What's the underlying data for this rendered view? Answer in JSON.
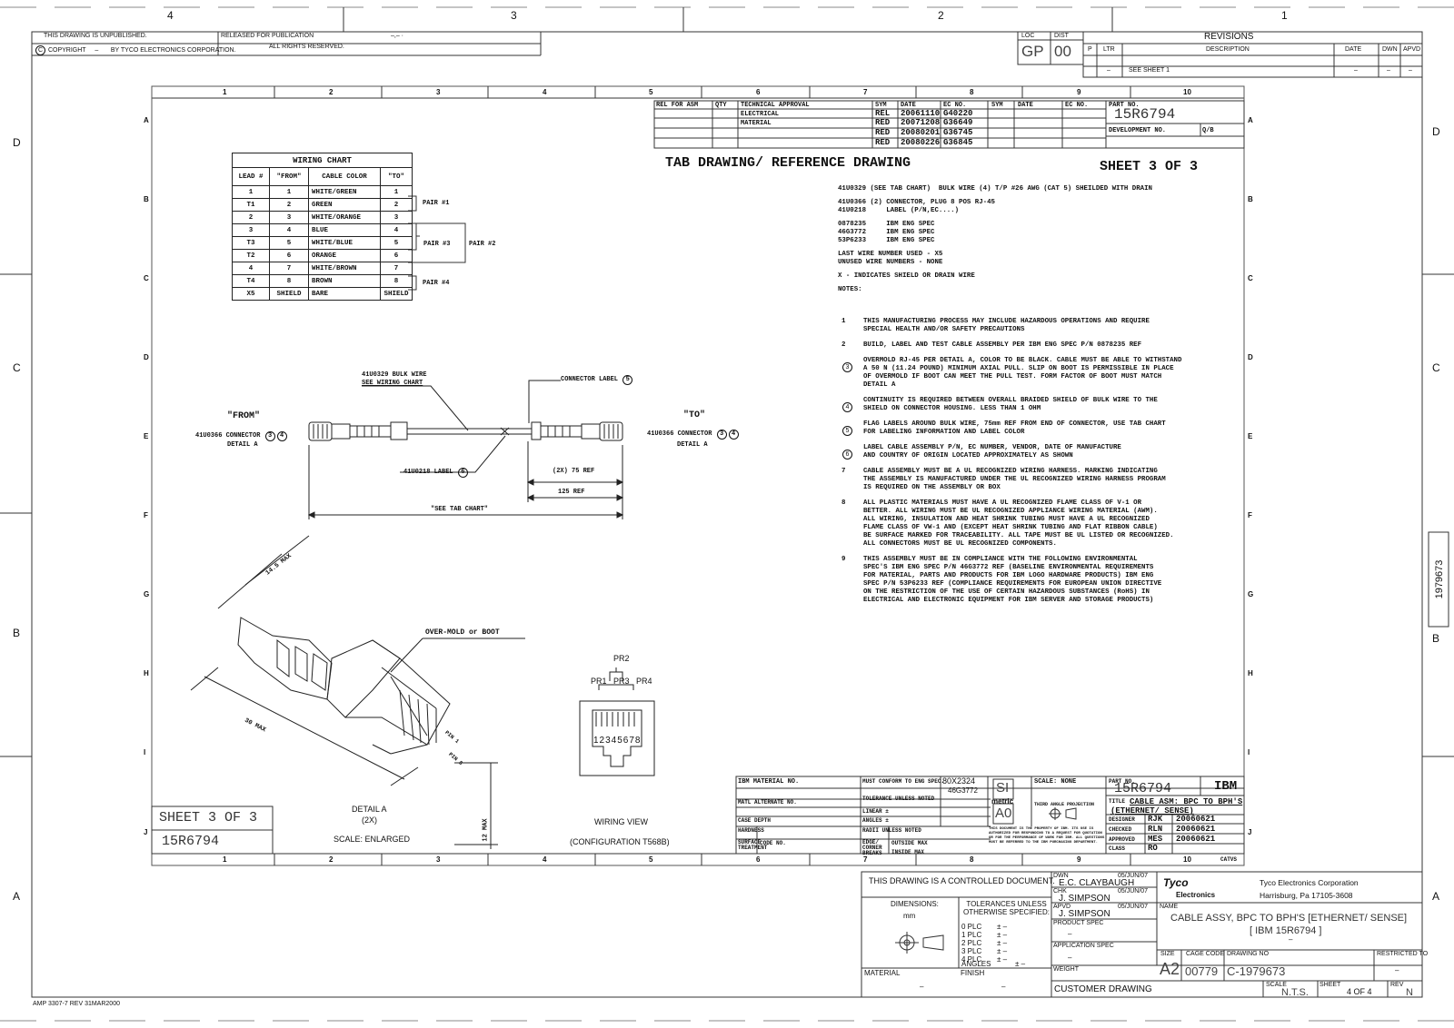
{
  "header": {
    "unpublished": "THIS DRAWING IS UNPUBLISHED.",
    "copyright": "COPYRIGHT",
    "copyright_dash": "–",
    "by": "BY TYCO ELECTRONICS CORPORATION.",
    "released": "RELEASED FOR PUBLICATION",
    "released_val": "–,–  ·",
    "rights": "ALL RIGHTS RESERVED.",
    "loc_label": "LOC",
    "loc_val": "GP",
    "dist_label": "DIST",
    "dist_val": "00",
    "revisions_title": "REVISIONS",
    "rev_cols": [
      "P",
      "LTR",
      "DESCRIPTION",
      "DATE",
      "DWN",
      "APVD"
    ],
    "rev_row": [
      "–",
      "SEE SHEET 1",
      "–",
      "–",
      "–"
    ]
  },
  "outer_grid": {
    "top": [
      "4",
      "3",
      "2",
      "1"
    ],
    "side": [
      "D",
      "C",
      "B",
      "A"
    ]
  },
  "inner_grid": {
    "cols": [
      "1",
      "2",
      "3",
      "4",
      "5",
      "6",
      "7",
      "8",
      "9",
      "10"
    ],
    "rows": [
      "A",
      "B",
      "C",
      "D",
      "E",
      "F",
      "G",
      "H",
      "I",
      "J"
    ]
  },
  "rel_table": {
    "headers": [
      "REL FOR ASM",
      "QTY",
      "TECHNICAL APPROVAL",
      "SYM",
      "DATE",
      "EC NO.",
      "SYM",
      "DATE",
      "EC NO."
    ],
    "approvals": [
      "ELECTRICAL",
      "MATERIAL"
    ],
    "rows": [
      [
        "REL",
        "20061110",
        "G40220"
      ],
      [
        "RED",
        "20071208",
        "G36649"
      ],
      [
        "RED",
        "20080201",
        "G36745"
      ],
      [
        "RED",
        "20080226",
        "G36845"
      ]
    ],
    "part_no_label": "PART NO.",
    "part_no": "15R6794",
    "dev_no_label": "DEVELOPMENT NO.",
    "qb_label": "Q/B"
  },
  "tab_title": "TAB DRAWING/ REFERENCE DRAWING",
  "sheet_title": "SHEET 3 OF 3",
  "bom": [
    "41U0329 (SEE TAB CHART)  BULK WIRE (4) T/P #26 AWG (CAT 5) SHEILDED WITH DRAIN",
    "",
    "41U0366 (2) CONNECTOR, PLUG 8 POS RJ-45",
    "41U0218     LABEL (P/N,EC....)",
    "",
    "0878235     IBM ENG SPEC",
    "46G3772     IBM ENG SPEC",
    "53P6233     IBM ENG SPEC",
    "",
    "LAST WIRE NUMBER USED - X5",
    "UNUSED WIRE NUMBERS - NONE",
    "",
    "X - INDICATES SHIELD OR DRAIN WIRE",
    "",
    "NOTES:"
  ],
  "notes": [
    {
      "n": "1",
      "circ": false,
      "text": "THIS MANUFACTURING PROCESS MAY INCLUDE HAZARDOUS OPERATIONS AND REQUIRE\nSPECIAL HEALTH AND/OR SAFETY PRECAUTIONS"
    },
    {
      "n": "2",
      "circ": false,
      "text": "BUILD, LABEL AND TEST CABLE ASSEMBLY PER IBM ENG SPEC P/N 0878235 REF"
    },
    {
      "n": "3",
      "circ": true,
      "text": "OVERMOLD RJ-45 PER DETAIL A, COLOR TO BE BLACK. CABLE MUST BE ABLE TO WITHSTAND\nA 50 N (11.24 POUND) MINIMUM AXIAL PULL. SLIP ON BOOT IS PERMISSIBLE IN PLACE\nOF OVERMOLD IF BOOT CAN MEET THE PULL TEST. FORM FACTOR OF BOOT MUST MATCH\nDETAIL A"
    },
    {
      "n": "4",
      "circ": true,
      "text": "CONTINUITY IS REQUIRED BETWEEN OVERALL BRAIDED SHIELD OF BULK WIRE TO THE\nSHIELD ON CONNECTOR HOUSING. LESS THAN 1 OHM"
    },
    {
      "n": "5",
      "circ": true,
      "text": "FLAG LABELS AROUND BULK WIRE, 75mm REF FROM END OF CONNECTOR, USE TAB CHART\nFOR LABELING INFORMATION AND LABEL COLOR"
    },
    {
      "n": "6",
      "circ": true,
      "text": "LABEL CABLE ASSEMBLY P/N, EC NUMBER, VENDOR, DATE OF MANUFACTURE\nAND COUNTRY OF ORIGIN LOCATED APPROXIMATELY AS SHOWN"
    },
    {
      "n": "7",
      "circ": false,
      "text": "CABLE ASSEMBLY MUST BE A UL RECOGNIZED WIRING HARNESS. MARKING INDICATING\nTHE ASSEMBLY IS MANUFACTURED UNDER THE UL RECOGNIZED WIRING HARNESS PROGRAM\nIS REQUIRED ON THE ASSEMBLY OR BOX"
    },
    {
      "n": "8",
      "circ": false,
      "text": "ALL PLASTIC MATERIALS MUST HAVE A UL RECOGNIZED FLAME CLASS OF V-1 OR\nBETTER. ALL WIRING MUST BE UL RECOGNIZED APPLIANCE WIRING MATERIAL (AWM).\nALL WIRING, INSULATION AND HEAT SHRINK TUBING MUST HAVE A UL RECOGNIZED\nFLAME CLASS OF VW-1 AND (EXCEPT HEAT SHRINK TUBING AND FLAT RIBBON CABLE)\nBE SURFACE MARKED FOR TRACEABILITY. ALL TAPE MUST BE UL LISTED OR RECOGNIZED.\nALL CONNECTORS MUST BE UL RECOGNIZED COMPONENTS."
    },
    {
      "n": "9",
      "circ": false,
      "text": "THIS ASSEMBLY MUST BE IN COMPLIANCE WITH THE FOLLOWING ENVIRONMENTAL\nSPEC'S IBM ENG SPEC P/N 46G3772 REF (BASELINE ENVIRONMENTAL REQUIREMENTS\nFOR MATERIAL, PARTS AND PRODUCTS FOR IBM LOGO HARDWARE PRODUCTS) IBM ENG\nSPEC P/N 53P6233 REF (COMPLIANCE REQUIREMENTS FOR EUROPEAN UNION DIRECTIVE\nON THE RESTRICTION OF THE USE OF CERTAIN HAZARDOUS SUBSTANCES (RoHS) IN\nELECTRICAL AND ELECTRONIC EQUIPMENT FOR IBM SERVER AND STORAGE PRODUCTS)"
    }
  ],
  "wiring_chart": {
    "title": "WIRING CHART",
    "headers": [
      "LEAD #",
      "\"FROM\"",
      "CABLE COLOR",
      "\"TO\""
    ],
    "rows": [
      [
        "1",
        "1",
        "WHITE/GREEN",
        "1"
      ],
      [
        "T1",
        "2",
        "GREEN",
        "2"
      ],
      [
        "2",
        "3",
        "WHITE/ORANGE",
        "3"
      ],
      [
        "3",
        "4",
        "BLUE",
        "4"
      ],
      [
        "T3",
        "5",
        "WHITE/BLUE",
        "5"
      ],
      [
        "T2",
        "6",
        "ORANGE",
        "6"
      ],
      [
        "4",
        "7",
        "WHITE/BROWN",
        "7"
      ],
      [
        "T4",
        "8",
        "BROWN",
        "8"
      ],
      [
        "X5",
        "SHIELD",
        "BARE",
        "SHIELD"
      ]
    ],
    "pairs": [
      "PAIR #1",
      "PAIR #3",
      "PAIR #2",
      "PAIR #4"
    ]
  },
  "cable": {
    "from_title": "\"FROM\"",
    "from_conn": "41U0366 CONNECTOR",
    "from_detail": "DETAIL A",
    "to_title": "\"TO\"",
    "to_conn": "41U0366 CONNECTOR",
    "to_detail": "DETAIL A",
    "bulk_wire_1": "41U0329 BULK WIRE",
    "bulk_wire_2": "SEE WIRING CHART",
    "conn_label": "CONNECTOR LABEL",
    "label": "41U0218 LABEL",
    "dim_75": "(2X) 75 REF",
    "dim_125": "125 REF",
    "tab_chart": "\"SEE TAB CHART\"",
    "circ3": "3",
    "circ4": "4",
    "circ5": "5",
    "circ6": "6"
  },
  "detail": {
    "dim_145": "14.5 MAX",
    "dim_30": "30 MAX",
    "dim_12": "12 MAX",
    "overmold": "OVER-MOLD or BOOT",
    "pin1": "PIN 1",
    "pin8": "PIN 8",
    "title": "DETAIL A",
    "qty": "(2X)",
    "scale": "SCALE: ENLARGED"
  },
  "wiring_view": {
    "pr2": "PR2",
    "pr1": "PR1",
    "pr3": "PR3",
    "pr4": "PR4",
    "pins": "12345678",
    "title": "WIRING VIEW",
    "config": "(CONFIGURATION T568B)"
  },
  "sheet_box": {
    "title": "SHEET 3 OF 3",
    "part": "15R6794"
  },
  "inner_title": {
    "ibm_mat": "IBM MATERIAL NO.",
    "conform": "MUST CONFORM TO ENG SPEC.",
    "conform_v1": "80X2324",
    "conform_v2": "46G3772",
    "alt": "MATL ALTERNATE NO.",
    "tol": "TOLERANCE UNLESS NOTED",
    "linear": "LINEAR ±",
    "angles": "ANGLES ±",
    "radii": "RADII UNLESS NOTED",
    "case": "CASE DEPTH",
    "hard": "HARDNESS",
    "surf": "SURFACE TREATMENT",
    "code": "CODE NO.",
    "edge": "EDGE/ CORNER BREAKS",
    "outside": "OUTSIDE MAX",
    "inside": "INSIDE MAX",
    "si": "SI",
    "metric": "metric",
    "a0": "A0",
    "scale": "SCALE: NONE",
    "third": "THIRD ANGLE PROJECTION",
    "prop": "THIS DOCUMENT IS THE PROPERTY OF IBM. ITS USE IS AUTHORIZED FOR RESPONDING TO A REQUEST FOR QUOTATION OR FOR THE PERFORMANCE OF WORK FOR IBM. ALL QUESTIONS MUST BE REFERRED TO THE IBM PURCHASING DEPARTMENT.",
    "part_label": "PART NO.",
    "part": "15R6794",
    "ibm": "IBM",
    "title_label": "TITLE",
    "title1": "CABLE ASM: BPC TO BPH'S",
    "title2": "(ETHERNET/ SENSE)",
    "roles": [
      [
        "DESIGNER",
        "RJK",
        "20060621"
      ],
      [
        "CHECKED",
        "RLN",
        "20060621"
      ],
      [
        "APPROVED",
        "MES",
        "20060621"
      ],
      [
        "CLASS",
        "RO",
        ""
      ]
    ],
    "catvs": "CATVS"
  },
  "title_block": {
    "controlled": "THIS DRAWING IS A CONTROLLED DOCUMENT.",
    "dimensions": "DIMENSIONS:",
    "mm": "mm",
    "tolerances": "TOLERANCES UNLESS OTHERWISE SPECIFIED:",
    "plc": [
      "0 PLC",
      "1 PLC",
      "2 PLC",
      "3 PLC",
      "4 PLC",
      "ANGLES"
    ],
    "pm": "± –",
    "material": "MATERIAL",
    "finish": "FINISH",
    "dash": "–",
    "dwn_label": "DWN",
    "dwn_name": "E.C. CLAYBAUGH",
    "dwn_date": "05/JUN/07",
    "chk_label": "CHK",
    "chk_name": "J. SIMPSON",
    "chk_date": "05/JUN/07",
    "apvd_label": "APVD",
    "apvd_name": "J. SIMPSON",
    "apvd_date": "05/JUN/07",
    "product_spec": "PRODUCT SPEC",
    "app_spec": "APPLICATION SPEC",
    "weight": "WEIGHT",
    "customer": "CUSTOMER DRAWING",
    "tyco": "Tyco",
    "electronics": "Electronics",
    "company": "Tyco Electronics Corporation",
    "address": "Harrisburg, Pa 17105-3608",
    "name_label": "NAME",
    "name1": "CABLE ASSY, BPC TO BPH'S [ETHERNET/ SENSE]",
    "name2": "[ IBM 15R6794 ]",
    "size_label": "SIZE",
    "size": "A2",
    "cage_label": "CAGE CODE",
    "cage": "00779",
    "dwg_label": "DRAWING NO",
    "dwg": "C-1979673",
    "restricted": "RESTRICTED TO",
    "scale_label": "SCALE",
    "scale": "N.T.S.",
    "sheet_label": "SHEET",
    "sheet": "4 OF 4",
    "rev_label": "REV",
    "rev": "N"
  },
  "side_tab": "1979673",
  "footer": "AMP 3307-7 REV 31MAR2000"
}
